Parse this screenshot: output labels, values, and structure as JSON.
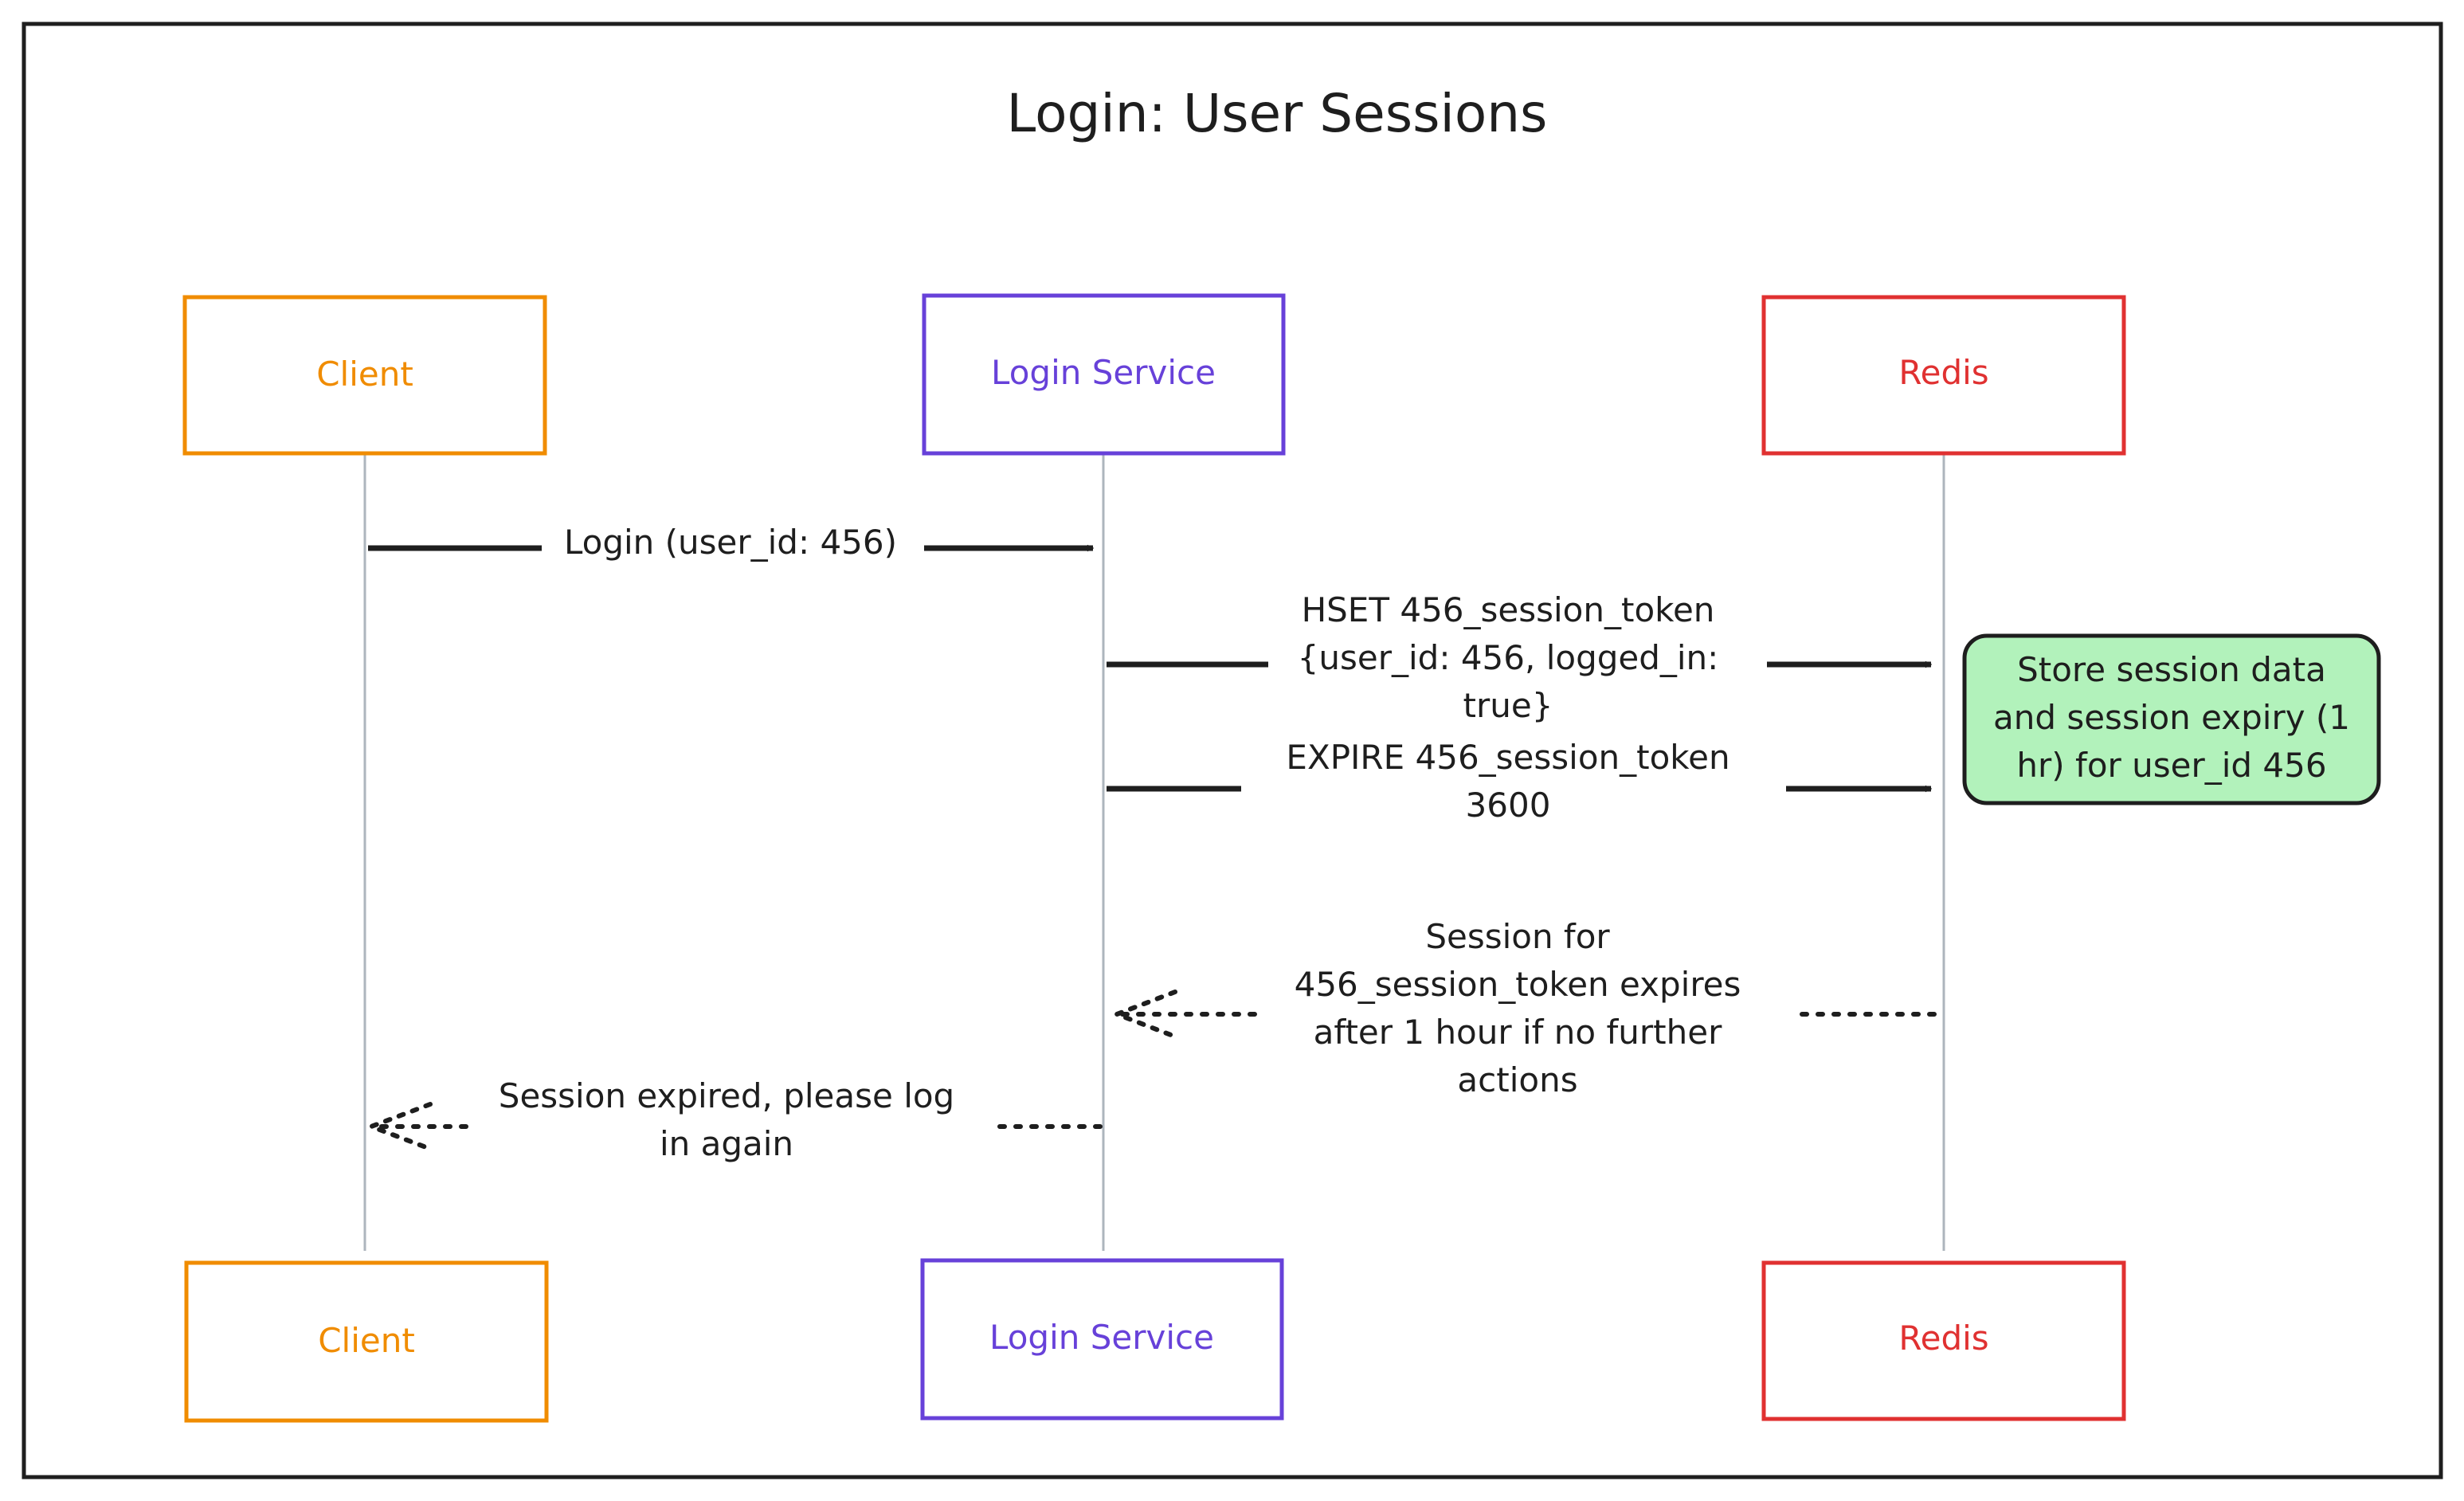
{
  "title": "Login: User Sessions",
  "colors": {
    "client": "#f08c00",
    "login_service": "#6741d9",
    "redis": "#e03131",
    "note_fill": "#b2f2bb",
    "ink": "#1e1e1e",
    "lifeline": "#adb5bd"
  },
  "actors": {
    "client": "Client",
    "login_service": "Login Service",
    "redis": "Redis"
  },
  "messages": {
    "login": "Login (user_id: 456)",
    "hset": [
      "HSET 456_session_token",
      "{user_id: 456, logged_in:",
      "true}"
    ],
    "expire": [
      "EXPIRE 456_session_token",
      "3600"
    ],
    "session_expires": [
      "Session for",
      "456_session_token expires",
      "after 1 hour if no further",
      "actions"
    ],
    "session_expired": [
      "Session expired, please log",
      "in again"
    ]
  },
  "note": [
    "Store session data",
    "and session expiry (1",
    "hr) for user_id 456"
  ]
}
